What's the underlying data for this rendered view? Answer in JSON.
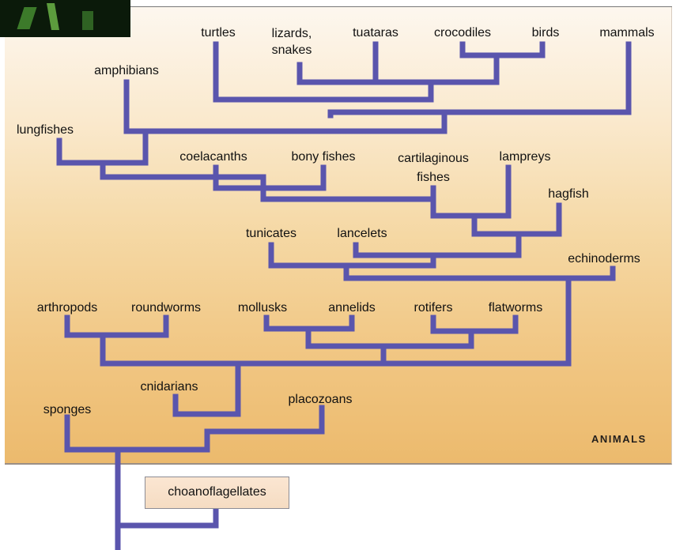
{
  "diagram": {
    "branch_color": "#5a55ad",
    "background_colors": [
      "#fdf7ef",
      "#f5d8a4",
      "#ecba6d"
    ],
    "group_label": "ANIMALS",
    "outgroup": "choanoflagellates",
    "taxa": {
      "turtles": "turtles",
      "lizards": "lizards,\nsnakes",
      "tuataras": "tuataras",
      "crocodiles": "crocodiles",
      "birds": "birds",
      "mammals": "mammals",
      "amphibians": "amphibians",
      "lungfishes": "lungfishes",
      "coelacanths": "coelacanths",
      "bony_fishes": "bony fishes",
      "cartilaginous": "cartilaginous\nfishes",
      "lampreys": "lampreys",
      "hagfish": "hagfish",
      "tunicates": "tunicates",
      "lancelets": "lancelets",
      "echinoderms": "echinoderms",
      "arthropods": "arthropods",
      "roundworms": "roundworms",
      "mollusks": "mollusks",
      "annelids": "annelids",
      "rotifers": "rotifers",
      "flatworms": "flatworms",
      "cnidarians": "cnidarians",
      "placozoans": "placozoans",
      "sponges": "sponges"
    }
  }
}
